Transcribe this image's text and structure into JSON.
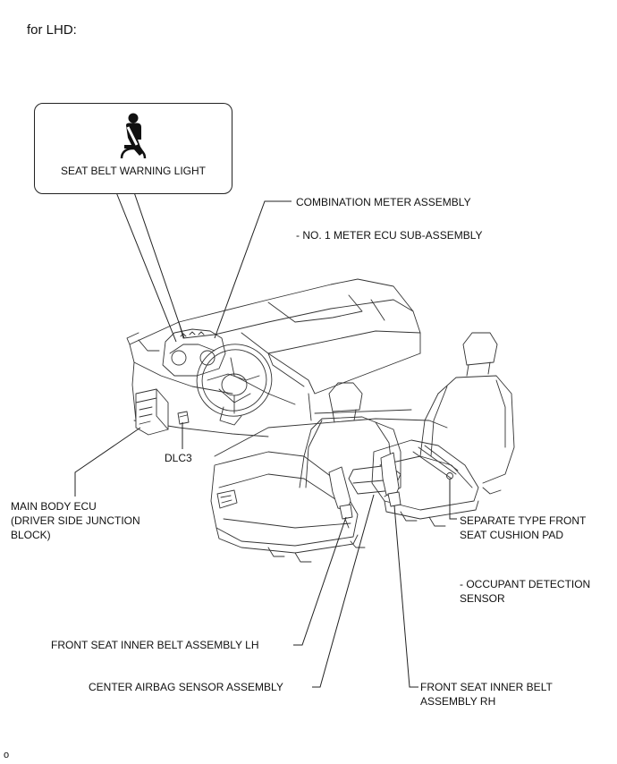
{
  "heading": "for LHD:",
  "callout": {
    "label": "SEAT BELT WARNING LIGHT",
    "icon": "seat-belt-icon"
  },
  "labels": {
    "combination_meter": "COMBINATION METER ASSEMBLY",
    "meter_ecu": "- NO. 1 METER ECU SUB-ASSEMBLY",
    "dlc3": "DLC3",
    "main_body_ecu_1": "MAIN BODY ECU",
    "main_body_ecu_2": "(DRIVER SIDE JUNCTION",
    "main_body_ecu_3": "BLOCK)",
    "separate_pad_1": "SEPARATE TYPE FRONT",
    "separate_pad_2": "SEAT CUSHION PAD",
    "occupant_1": "- OCCUPANT DETECTION",
    "occupant_2": "SENSOR",
    "inner_belt_lh": "FRONT SEAT INNER BELT ASSEMBLY LH",
    "center_airbag": "CENTER AIRBAG SENSOR ASSEMBLY",
    "inner_belt_rh_1": "FRONT SEAT INNER BELT",
    "inner_belt_rh_2": "ASSEMBLY RH"
  },
  "footer_code": "o"
}
